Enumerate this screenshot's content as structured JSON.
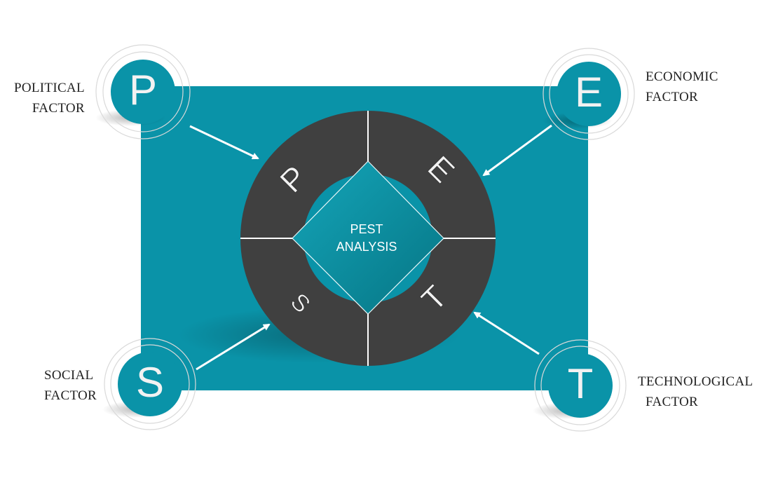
{
  "center": {
    "line1": "PEST",
    "line2": "ANALYSIS"
  },
  "ring_letters": [
    "P",
    "E",
    "S",
    "T"
  ],
  "factors": [
    {
      "letter": "P",
      "line1": "POLITICAL",
      "line2": "FACTOR"
    },
    {
      "letter": "E",
      "line1": "ECONOMIC",
      "line2": "FACTOR"
    },
    {
      "letter": "S",
      "line1": "SOCIAL",
      "line2": "FACTOR"
    },
    {
      "letter": "T",
      "line1": "TECHNOLOGICAL",
      "line2": "FACTOR"
    }
  ],
  "colors": {
    "teal": "#0a93a8",
    "teal_dark": "#077a8c",
    "ring": "#404040",
    "letter_on_ring": "#f2f2f2",
    "divider": "#ffffff",
    "outer_ring_stroke": "#d9d9d9",
    "arrow": "#ffffff"
  }
}
